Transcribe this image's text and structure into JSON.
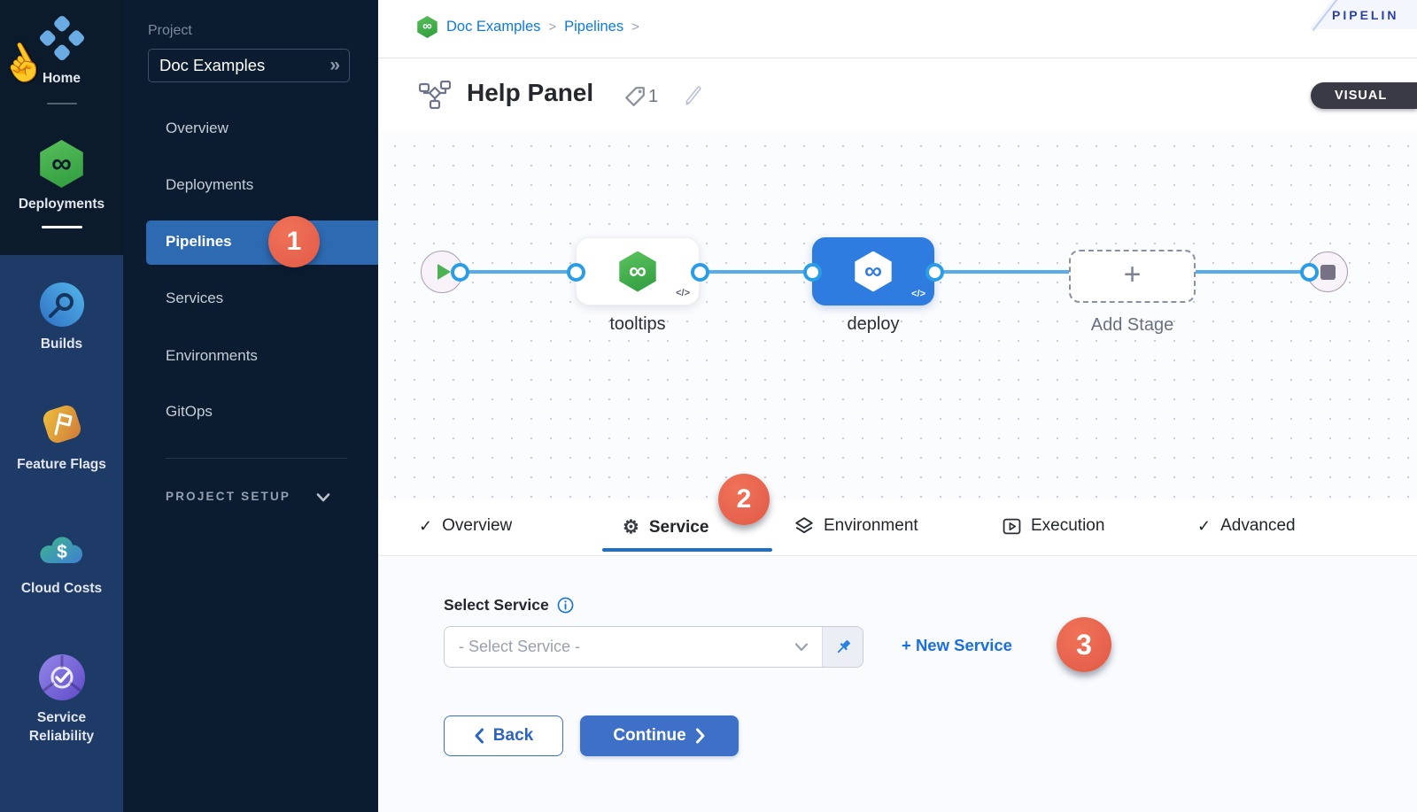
{
  "module_nav": {
    "items": [
      {
        "label": "Home",
        "icon": "harness-logo-icon",
        "active": false
      },
      {
        "label": "Deployments",
        "icon": "deployments-hexagon-icon",
        "active": true
      },
      {
        "label": "Builds",
        "icon": "builds-icon",
        "active": false
      },
      {
        "label": "Feature Flags",
        "icon": "feature-flags-icon",
        "active": false
      },
      {
        "label": "Cloud Costs",
        "icon": "cloud-costs-icon",
        "active": false
      },
      {
        "label": "Service Reliability",
        "icon": "service-reliability-icon",
        "active": false
      }
    ]
  },
  "project_nav": {
    "project_label": "Project",
    "project_name": "Doc Examples",
    "expand_glyph": "»",
    "items": [
      {
        "label": "Overview",
        "selected": false
      },
      {
        "label": "Deployments",
        "selected": false
      },
      {
        "label": "Pipelines",
        "selected": true
      },
      {
        "label": "Services",
        "selected": false
      },
      {
        "label": "Environments",
        "selected": false
      },
      {
        "label": "GitOps",
        "selected": false
      }
    ],
    "section_label": "PROJECT SETUP"
  },
  "badges": {
    "step1": "1",
    "step2": "2",
    "step3": "3"
  },
  "header": {
    "breadcrumb": [
      "Doc Examples",
      "Pipelines"
    ],
    "separator": ">",
    "ribbon": "PIPELIN"
  },
  "title": {
    "name": "Help Panel",
    "tag_count": "1",
    "mode_toggle": "VISUAL"
  },
  "canvas": {
    "code_glyph": "</>",
    "add_stage_plus": "+",
    "nodes": [
      {
        "label": "tooltips",
        "type": "stage-card-green"
      },
      {
        "label": "deploy",
        "type": "stage-card-blue-selected"
      },
      {
        "label": "Add Stage",
        "type": "add-stage-placeholder"
      }
    ]
  },
  "tabs": [
    {
      "label": "Overview",
      "icon": "check-icon",
      "selected": false
    },
    {
      "label": "Service",
      "icon": "gear-icon",
      "selected": true
    },
    {
      "label": "Environment",
      "icon": "layers-icon",
      "selected": false
    },
    {
      "label": "Execution",
      "icon": "play-square-icon",
      "selected": false
    },
    {
      "label": "Advanced",
      "icon": "check-icon",
      "selected": false
    }
  ],
  "panel": {
    "select_service_label": "Select Service",
    "select_placeholder": "- Select Service -",
    "new_service": "+ New Service",
    "back_label": "Back",
    "continue_label": "Continue"
  },
  "icons": {
    "infinity_glyph": "∞",
    "check_glyph": "✓",
    "gear_glyph": "⚙",
    "cursor_glyph": "☝",
    "dollar_glyph": "$"
  },
  "colors": {
    "badge_red": "#e5604d",
    "selected_row_blue": "#2e6ab2",
    "node_blue": "#2e7ce0",
    "harness_green": "#3fae47",
    "link_blue": "#0d7ae2",
    "primary_button_blue": "#3e70c7",
    "tab_underline_blue": "#1e6fc8",
    "nav_dark": "#0b1c31",
    "nav_module_blue": "#1e3a67"
  }
}
